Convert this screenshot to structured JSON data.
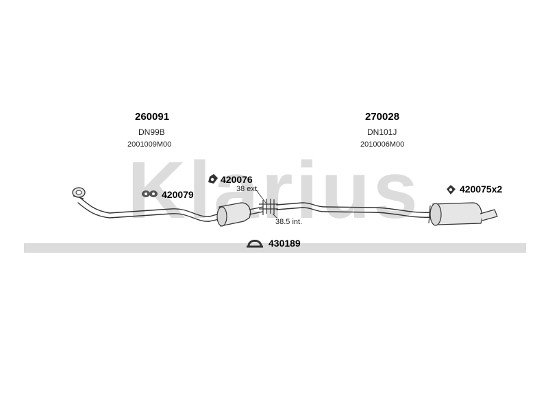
{
  "watermark": "Klarius",
  "sections": {
    "front": {
      "part_number": "260091",
      "code": "DN99B",
      "ref": "2001009M00"
    },
    "rear": {
      "part_number": "270028",
      "code": "DN101J",
      "ref": "2010006M00"
    }
  },
  "fittings": {
    "rubber_mount": "420076",
    "gasket": "420079",
    "clamp": "430189",
    "rear_mount": "420075x2"
  },
  "pipe_dims": {
    "ext": "38 ext.",
    "int": "38.5 int."
  },
  "colors": {
    "watermark": "#dcdcdc",
    "line": "#333333",
    "part_fill": "#e6e6e6"
  }
}
